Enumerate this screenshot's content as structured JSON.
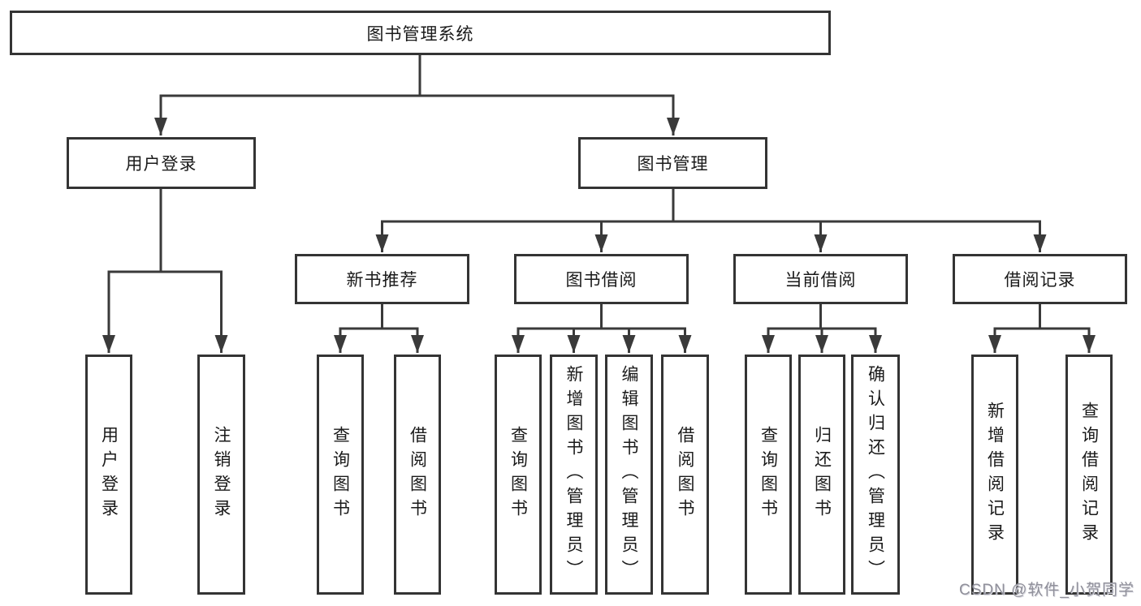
{
  "diagram": {
    "tree": {
      "label": "图书管理系统",
      "children": [
        {
          "label": "用户登录",
          "children": [
            {
              "label": "用户登录"
            },
            {
              "label": "注销登录"
            }
          ]
        },
        {
          "label": "图书管理",
          "children": [
            {
              "label": "新书推荐",
              "children": [
                {
                  "label": "查询图书"
                },
                {
                  "label": "借阅图书"
                }
              ]
            },
            {
              "label": "图书借阅",
              "children": [
                {
                  "label": "查询图书"
                },
                {
                  "label": "新增图书（管理员）"
                },
                {
                  "label": "编辑图书（管理员）"
                },
                {
                  "label": "借阅图书"
                }
              ]
            },
            {
              "label": "当前借阅",
              "children": [
                {
                  "label": "查询图书"
                },
                {
                  "label": "归还图书"
                },
                {
                  "label": "确认归还（管理员）"
                }
              ]
            },
            {
              "label": "借阅记录",
              "children": [
                {
                  "label": "新增借阅记录"
                },
                {
                  "label": "查询借阅记录"
                }
              ]
            }
          ]
        }
      ]
    },
    "colors": {
      "line": "#3a3a3a",
      "box_border": "#343434",
      "text": "#1a1a1a",
      "watermark": "#90909a",
      "background": "#ffffff"
    }
  },
  "watermark": {
    "text": "CSDN @软件_小贺同学"
  }
}
